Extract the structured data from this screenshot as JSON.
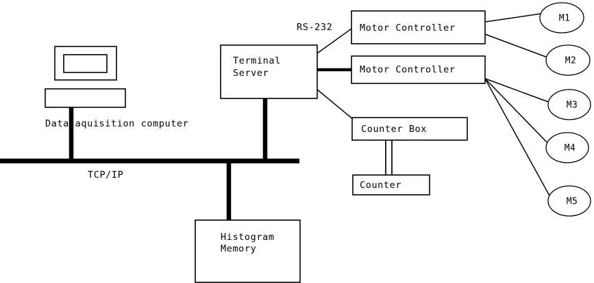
{
  "diagram": {
    "title": "Data Acquisition System Block Diagram",
    "background_color": "#ffffff",
    "line_color": "#000000",
    "nodes": {
      "monitor": {
        "label": ""
      },
      "computer_base": {
        "label": ""
      },
      "computer_caption": {
        "label": "Data aquisition computer"
      },
      "terminal_server": {
        "line1": "Terminal",
        "line2": "Server"
      },
      "motor_controller_1": {
        "label": "Motor Controller"
      },
      "motor_controller_2": {
        "label": "Motor Controller"
      },
      "counter_box": {
        "label": "Counter Box"
      },
      "counter": {
        "label": "Counter"
      },
      "histogram_memory": {
        "line1": "Histogram",
        "line2": "Memory"
      },
      "motors": [
        {
          "label": "M1"
        },
        {
          "label": "M2"
        },
        {
          "label": "M3"
        },
        {
          "label": "M4"
        },
        {
          "label": "M5"
        }
      ]
    },
    "link_labels": {
      "bus": "TCP/IP",
      "serial": "RS-232"
    }
  }
}
